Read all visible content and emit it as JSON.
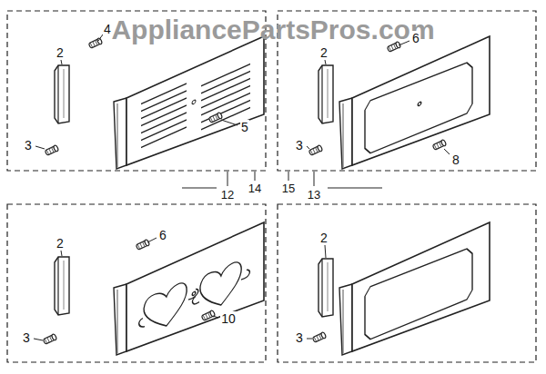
{
  "diagram": {
    "labels": [
      "AppliancePartsPros.com",
      "4",
      "2",
      "5",
      "3",
      "2",
      "6",
      "3",
      "8",
      "12",
      "14",
      "15",
      "13",
      "2",
      "6",
      "3",
      "10",
      "2",
      "3"
    ]
  }
}
